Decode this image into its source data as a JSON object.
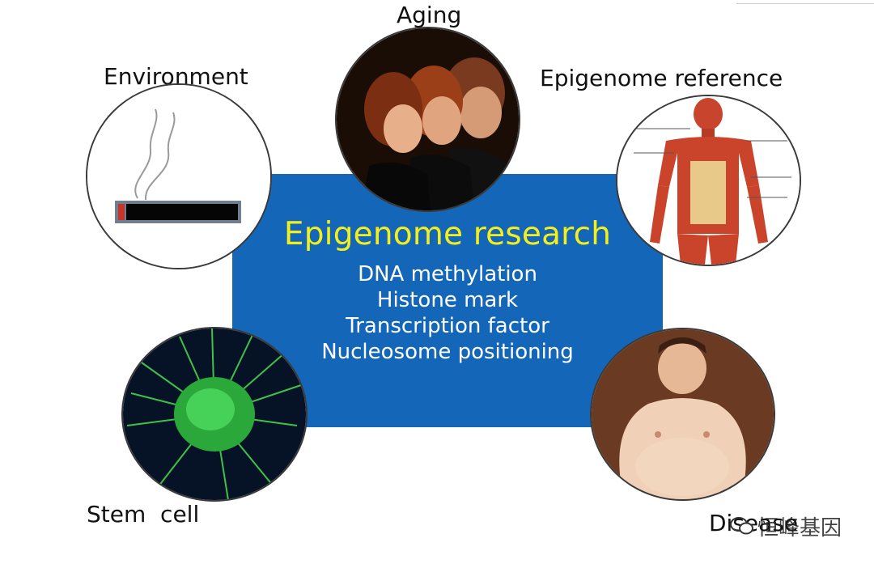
{
  "center": {
    "title": "Epigenome research",
    "topics": [
      "DNA methylation",
      "Histone mark",
      "Transcription factor",
      "Nucleosome positioning"
    ],
    "box_color": "#1466b8",
    "title_color": "#f3ef1c"
  },
  "nodes": {
    "aging": {
      "label": "Aging",
      "image": "three-women-profiles"
    },
    "environment": {
      "label": "Environment",
      "image": "smoking-cigarette"
    },
    "epigenome_reference": {
      "label": "Epigenome reference",
      "image": "human-muscle-anatomy"
    },
    "stem_cell": {
      "label": "Stem  cell",
      "image": "green-stem-cell"
    },
    "disease": {
      "label": "Disease",
      "image": "obese-person"
    }
  },
  "watermark": {
    "text": "恒峰基因",
    "icon": "wechat-icon"
  }
}
